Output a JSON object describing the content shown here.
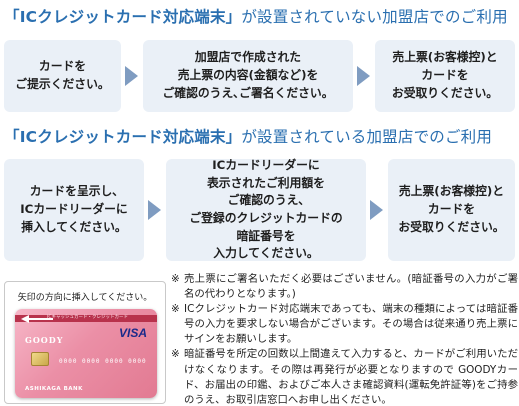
{
  "section1": {
    "heading_big": "「ICクレジットカード対応端末」",
    "heading_rest": "が設置されていない加盟店でのご利用",
    "steps": [
      "カードを\nご提示ください。",
      "加盟店で作成された\n売上票の内容(金額など)を\nご確認のうえ､ご署名ください。",
      "売上票(お客様控)と\nカードを\nお受取りください。"
    ]
  },
  "section2": {
    "heading_big": "「ICクレジットカード対応端末」",
    "heading_rest": "が設置されている加盟店でのご利用",
    "steps": [
      "カードを呈示し､\nICカードリーダーに\n挿入してください。",
      "ICカードリーダーに\n表示されたご利用額を\nご確認のうえ､\nご登録のクレジットカードの\n暗証番号を\n入力してください。",
      "売上票(お客様控)と\nカードを\nお受取りください。"
    ]
  },
  "card_panel": {
    "caption": "矢印の方向に挿入してください。",
    "stripe_text": "ICキャッシュカード・クレジットカード",
    "goody": "GOODY",
    "brand": "VISA",
    "number": "0000 0000 0000 0000",
    "bank": "ASHIKAGA BANK"
  },
  "notes": [
    {
      "mark": "※",
      "text": "売上票にご署名いただく必要はございません。(暗証番号の入力がご署名の代わりとなります。)"
    },
    {
      "mark": "※",
      "text": "ICクレジットカード対応端末であっても、端末の種類によっては暗証番号の入力を要求しない場合がございます。その場合は従来通り売上票にサインをお願いします。"
    },
    {
      "mark": "※",
      "text": "暗証番号を所定の回数以上間違えて入力すると、カードがご利用いただけなくなります。その際は再発行が必要となりますので GOODYカード、お届出の印鑑、およびご本人さま確認資料(運転免許証等)をご持参のうえ、お取引店窓口へお申し出ください。"
    }
  ],
  "colors": {
    "heading": "#2a6fb0",
    "box_bg": "#eaf0f7",
    "arrow": "#7f9cc1"
  }
}
